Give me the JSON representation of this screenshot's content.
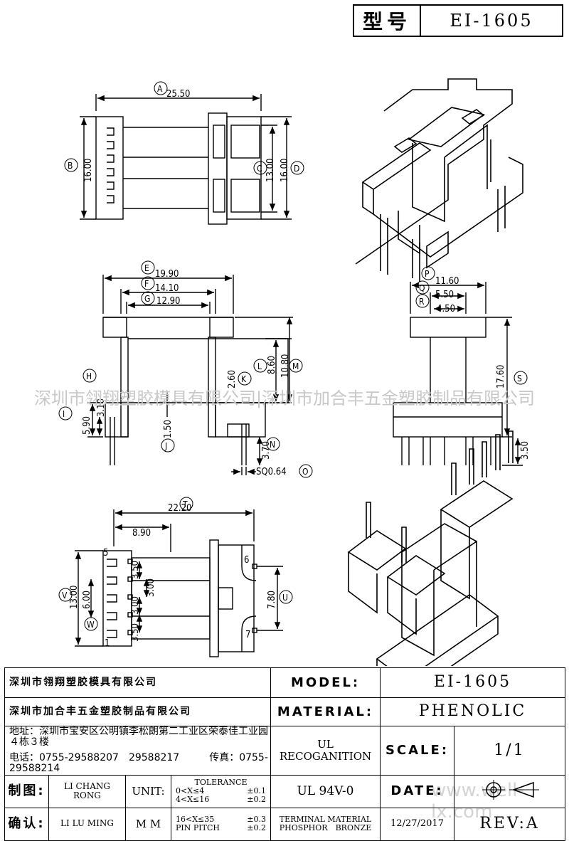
{
  "header": {
    "model_label": "型号",
    "model_value": "EI-1605"
  },
  "watermark": "深圳市翎翔塑胶模具有限公司|深圳市加合丰五金塑胶制品有限公司",
  "watermark_url": "www.well-lx.com",
  "dims": {
    "A": "25.50",
    "B": "16.00",
    "C": "13.00",
    "D": "16.00",
    "E": "19.90",
    "F": "14.10",
    "G": "12.90",
    "H": "3.10",
    "I": "5.90",
    "J": "1.50",
    "K": "2.60",
    "L": "8.60",
    "M": "10.80",
    "N": "3.70",
    "O": "SQ0.64",
    "P": "11.60",
    "Q": "5.50",
    "R": "4.50",
    "S": "17.60",
    "S2": "3.50",
    "T": "22.20",
    "T2": "8.90",
    "U": "7.80",
    "V": "13.00",
    "V2": "6.00",
    "W": "3.50",
    "W2": "3.00",
    "W3": "3.00",
    "W4": "3.50"
  },
  "pins": {
    "p1": "1",
    "p5": "5",
    "p6": "6",
    "p7": "7"
  },
  "title_block": {
    "company1": "深圳市翎翔塑胶模具有限公司",
    "company2": "深圳市加合丰五金塑胶制品有限公司",
    "address": "地址：深圳市宝安区公明镇李松朗第二工业区荣泰佳工业园４栋３楼",
    "phone": "电话：0755-29588207　29588217　　　传真：0755-29588214",
    "model_label": "MODEL:",
    "model_value": "EI-1605",
    "material_label": "MATERIAL:",
    "material_value": "PHENOLIC",
    "ul_label": "UL RECOGANITION",
    "ul_value": "UL 94V-0",
    "scale_label": "SCALE:",
    "scale_value": "1/1",
    "date_label": "DATE:",
    "date_value": "12/27/2017",
    "rev": "REV:A",
    "terminal_line1": "TERMINAL MATERIAL",
    "terminal_line2": "PHOSPHOR　BRONZE",
    "drawn_label": "制图:",
    "drawn_by": "LI CHANG RONG",
    "confirm_label": "确认:",
    "confirm_by": "LI LU MING",
    "unit_label": "UNIT:",
    "unit_value": "M M",
    "tol_title": "TOLERANCE",
    "tol": [
      {
        "range": "0<X≤4",
        "val": "±0.1"
      },
      {
        "range": "4<X≤16",
        "val": "±0.2"
      },
      {
        "range": "16<X≤35",
        "val": "±0.3"
      },
      {
        "range": "PIN PITCH",
        "val": "±0.2"
      }
    ]
  }
}
